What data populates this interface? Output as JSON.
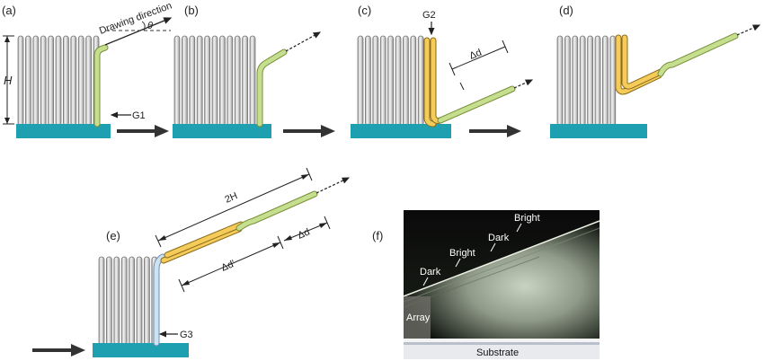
{
  "panels": {
    "a": "(a)",
    "b": "(b)",
    "c": "(c)",
    "d": "(d)",
    "e": "(e)",
    "f": "(f)"
  },
  "labels": {
    "drawing_direction": "Drawing direction",
    "theta": "θ",
    "height": "H",
    "g1": "G1",
    "g2": "G2",
    "g3": "G3",
    "delta_d": "Δd",
    "delta_d2": "Δd",
    "delta_d_prime": "Δd'",
    "two_h": "2H"
  },
  "photo": {
    "bright1": "Bright",
    "dark1": "Dark",
    "bright2": "Bright",
    "dark2": "Dark",
    "array": "Array",
    "substrate": "Substrate"
  },
  "colors": {
    "substrate": "#1fa0b0",
    "fiber_green": "#c5df8e",
    "fiber_yellow": "#f5cc5a",
    "fiber_blue": "#cde3f3",
    "tube_grey": "#b8b8b8",
    "arrow": "#333333"
  }
}
